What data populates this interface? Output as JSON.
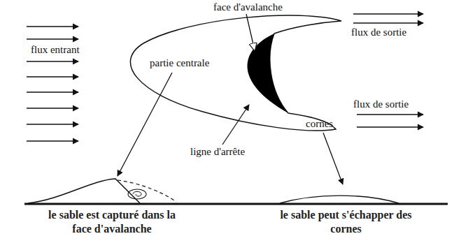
{
  "diagram": {
    "labels": [
      "face d'avalanche",
      "flux entrant",
      "flux de sortie",
      "partie centrale",
      "ligne d'arrête",
      "flux de sortie",
      "cornes",
      "le sable est capturé dans la face d'avalanche",
      "le sable peut s'échapper des cornes"
    ]
  }
}
